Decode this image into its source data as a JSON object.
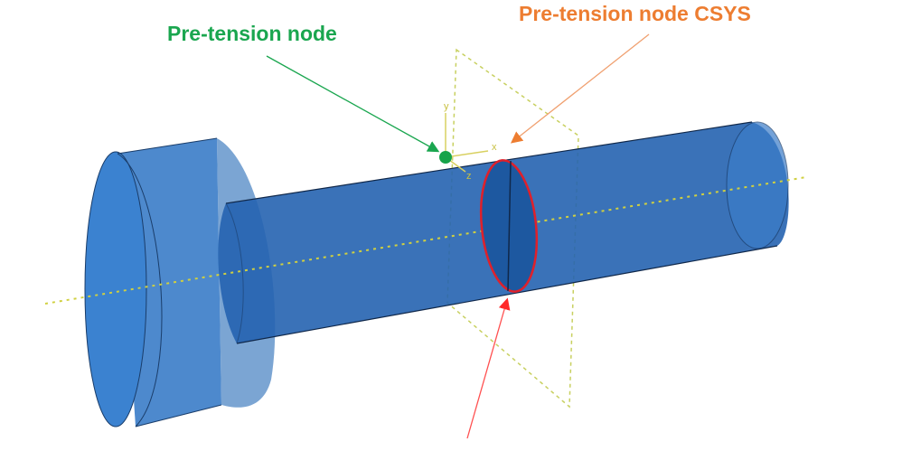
{
  "labels": {
    "node": "Pre-tension node",
    "csys": "Pre-tension node CSYS"
  },
  "csys_axes": {
    "x": "x",
    "y": "y",
    "z": "z"
  },
  "colors": {
    "node": "#1aa64f",
    "csys": "#ed7d31",
    "section": "#ff2a2a",
    "body": "#2e74c4",
    "body_dark": "#1d5aa3",
    "axis": "#c8c83a"
  }
}
